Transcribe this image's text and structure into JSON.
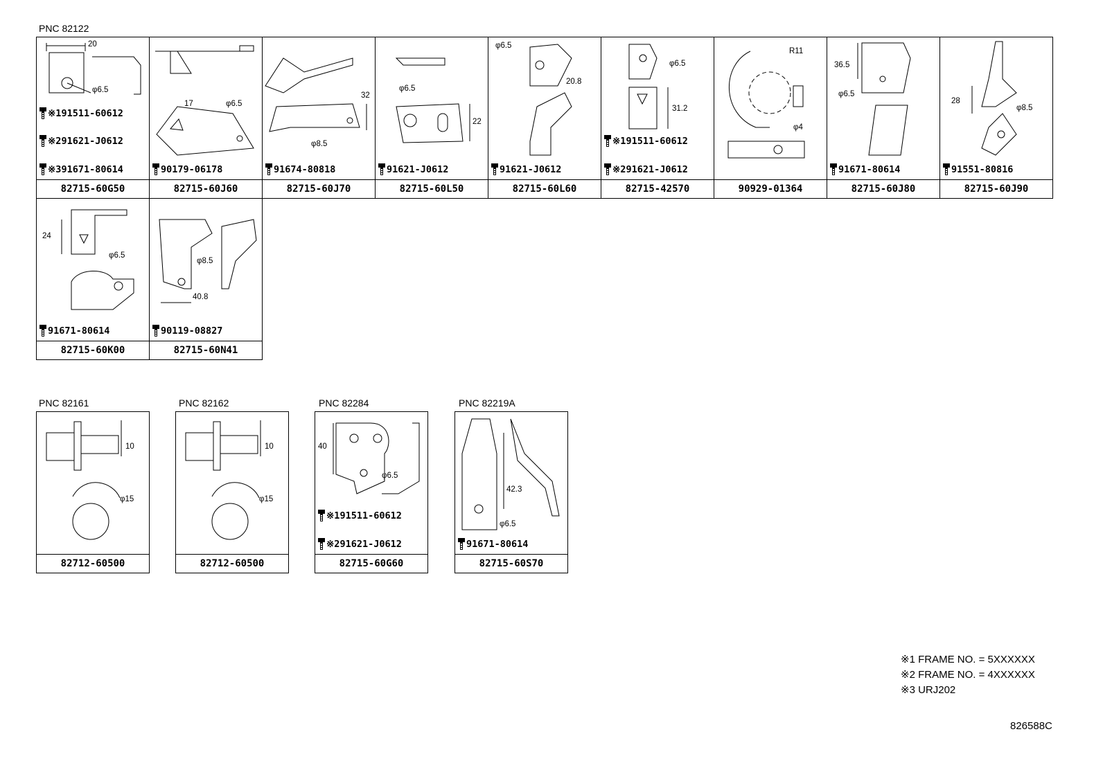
{
  "groups": {
    "g1": "PNC 82122",
    "g2": "PNC 82161",
    "g3": "PNC 82162",
    "g4": "PNC 82284",
    "g5": "PNC  82219A"
  },
  "parts": [
    {
      "label": "82715-60G50",
      "bolts": [
        "※191511-60612",
        "※291621-J0612",
        "※391671-80614"
      ],
      "dims": [
        "20",
        "φ6.5"
      ]
    },
    {
      "label": "82715-60J60",
      "bolts": [
        "90179-06178"
      ],
      "dims": [
        "17",
        "φ6.5"
      ]
    },
    {
      "label": "82715-60J70",
      "bolts": [
        "91674-80818"
      ],
      "dims": [
        "32",
        "φ8.5"
      ]
    },
    {
      "label": "82715-60L50",
      "bolts": [
        "91621-J0612"
      ],
      "dims": [
        "φ6.5",
        "22"
      ]
    },
    {
      "label": "82715-60L60",
      "bolts": [
        "91621-J0612"
      ],
      "dims": [
        "φ6.5",
        "20.8"
      ]
    },
    {
      "label": "82715-42570",
      "bolts": [
        "※191511-60612",
        "※291621-J0612"
      ],
      "dims": [
        "φ6.5",
        "31.2"
      ]
    },
    {
      "label": "90929-01364",
      "bolts": [],
      "dims": [
        "R11",
        "φ4"
      ]
    },
    {
      "label": "82715-60J80",
      "bolts": [
        "91671-80614"
      ],
      "dims": [
        "36.5",
        "φ6.5"
      ]
    },
    {
      "label": "82715-60J90",
      "bolts": [
        "91551-80816"
      ],
      "dims": [
        "28",
        "φ8.5"
      ]
    },
    {
      "label": "82715-60K00",
      "bolts": [
        "91671-80614"
      ],
      "dims": [
        "24",
        "φ6.5"
      ]
    },
    {
      "label": "82715-60N41",
      "bolts": [
        "90119-08827"
      ],
      "dims": [
        "φ8.5",
        "40.8"
      ]
    },
    {
      "label": "82712-60500",
      "bolts": [],
      "dims": [
        "10",
        "φ15"
      ]
    },
    {
      "label": "82712-60500",
      "bolts": [],
      "dims": [
        "10",
        "φ15"
      ]
    },
    {
      "label": "82715-60G60",
      "bolts": [
        "※191511-60612",
        "※291621-J0612"
      ],
      "dims": [
        "40",
        "φ6.5"
      ]
    },
    {
      "label": "82715-60S70",
      "bolts": [
        "91671-80614"
      ],
      "dims": [
        "42.3",
        "φ6.5"
      ]
    }
  ],
  "notes": [
    "※1 FRAME NO. = 5XXXXXX",
    "※2 FRAME NO. = 4XXXXXX",
    "※3 URJ202"
  ],
  "drawing_code": "826588C"
}
